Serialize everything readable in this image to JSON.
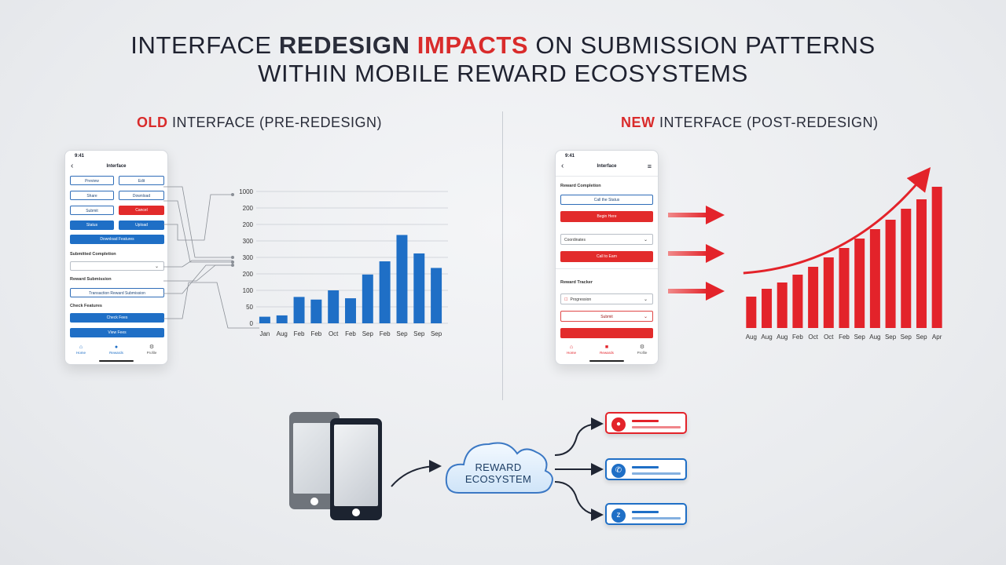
{
  "title": {
    "p1": "INTERFACE ",
    "p2": "REDESIGN",
    "p3": " ",
    "p4": "IMPACTS",
    "p5": " ON SUBMISSION PATTERNS",
    "line2": "WITHIN MOBILE REWARD ECOSYSTEMS"
  },
  "old_section": {
    "heading_highlight": "OLD",
    "heading_rest": " INTERFACE (PRE-REDESIGN)",
    "phone": {
      "time": "9:41",
      "back_icon": "chevron-left-icon",
      "title": "Interface",
      "grid_buttons": [
        "Preview",
        "Edit",
        "Share",
        "Download",
        "Submit",
        "Cancel"
      ],
      "blue_left": "Status",
      "blue_right": "Upload",
      "wide_button": "Download Features",
      "label1": "Submitted Completion",
      "select1": "",
      "label2": "Reward Submission",
      "field2": "Transaction Reward Submission",
      "label3": "Check Features",
      "blue_button1": "Check Fees",
      "blue_button2": "View Fees",
      "nav": [
        "Home",
        "Rewards",
        "Profile"
      ]
    },
    "chart_data": {
      "type": "bar",
      "categories": [
        "Jan",
        "Aug",
        "Feb",
        "Feb",
        "Oct",
        "Feb",
        "Sep",
        "Feb",
        "Sep",
        "Sep",
        "Sep"
      ],
      "y_tick_labels": [
        "1000",
        "200",
        "200",
        "300",
        "300",
        "200",
        "100",
        "50",
        "0"
      ],
      "values": [
        5,
        6,
        20,
        18,
        25,
        19,
        37,
        47,
        67,
        53,
        42
      ],
      "value_unit": "approx. share of y-axis range (0-100 scale)",
      "ylim": [
        0,
        100
      ],
      "color": "#1f6fc6",
      "grid": true
    }
  },
  "new_section": {
    "heading_highlight": "NEW",
    "heading_rest": " INTERFACE (POST-REDESIGN)",
    "phone": {
      "time": "9:41",
      "back_icon": "chevron-left-icon",
      "menu_icon": "hamburger-menu-icon",
      "title": "Interface",
      "label1": "Reward Completion",
      "outline_button": "Call the Status",
      "red_button1": "Begin Here",
      "select1": "Coordinates",
      "red_button2": "Call to Earn",
      "label2": "Reward Tracker",
      "row1": "Progression",
      "row2": "Submit",
      "red_button3": "",
      "nav": [
        "Home",
        "Rewards",
        "Profile"
      ]
    },
    "chart_data": {
      "type": "bar",
      "categories": [
        "Aug",
        "Aug",
        "Aug",
        "Feb",
        "Oct",
        "Oct",
        "Feb",
        "Sep",
        "Aug",
        "Sep",
        "Sep",
        "Sep",
        "Apr"
      ],
      "values": [
        20,
        25,
        29,
        34,
        39,
        45,
        51,
        57,
        63,
        69,
        76,
        82,
        90
      ],
      "value_unit": "relative bar height (0-100 scale, no y-axis printed)",
      "ylim": [
        0,
        100
      ],
      "trend_arrow": true,
      "color": "#e3232a"
    }
  },
  "flow": {
    "cloud_line1": "REWARD",
    "cloud_line2": "ECOSYSTEM",
    "cards": [
      {
        "icon": "user-icon",
        "color": "#e3232a"
      },
      {
        "icon": "phone-icon",
        "color": "#1f6fc6"
      },
      {
        "icon": "chat-icon",
        "color": "#1f6fc6"
      }
    ]
  }
}
